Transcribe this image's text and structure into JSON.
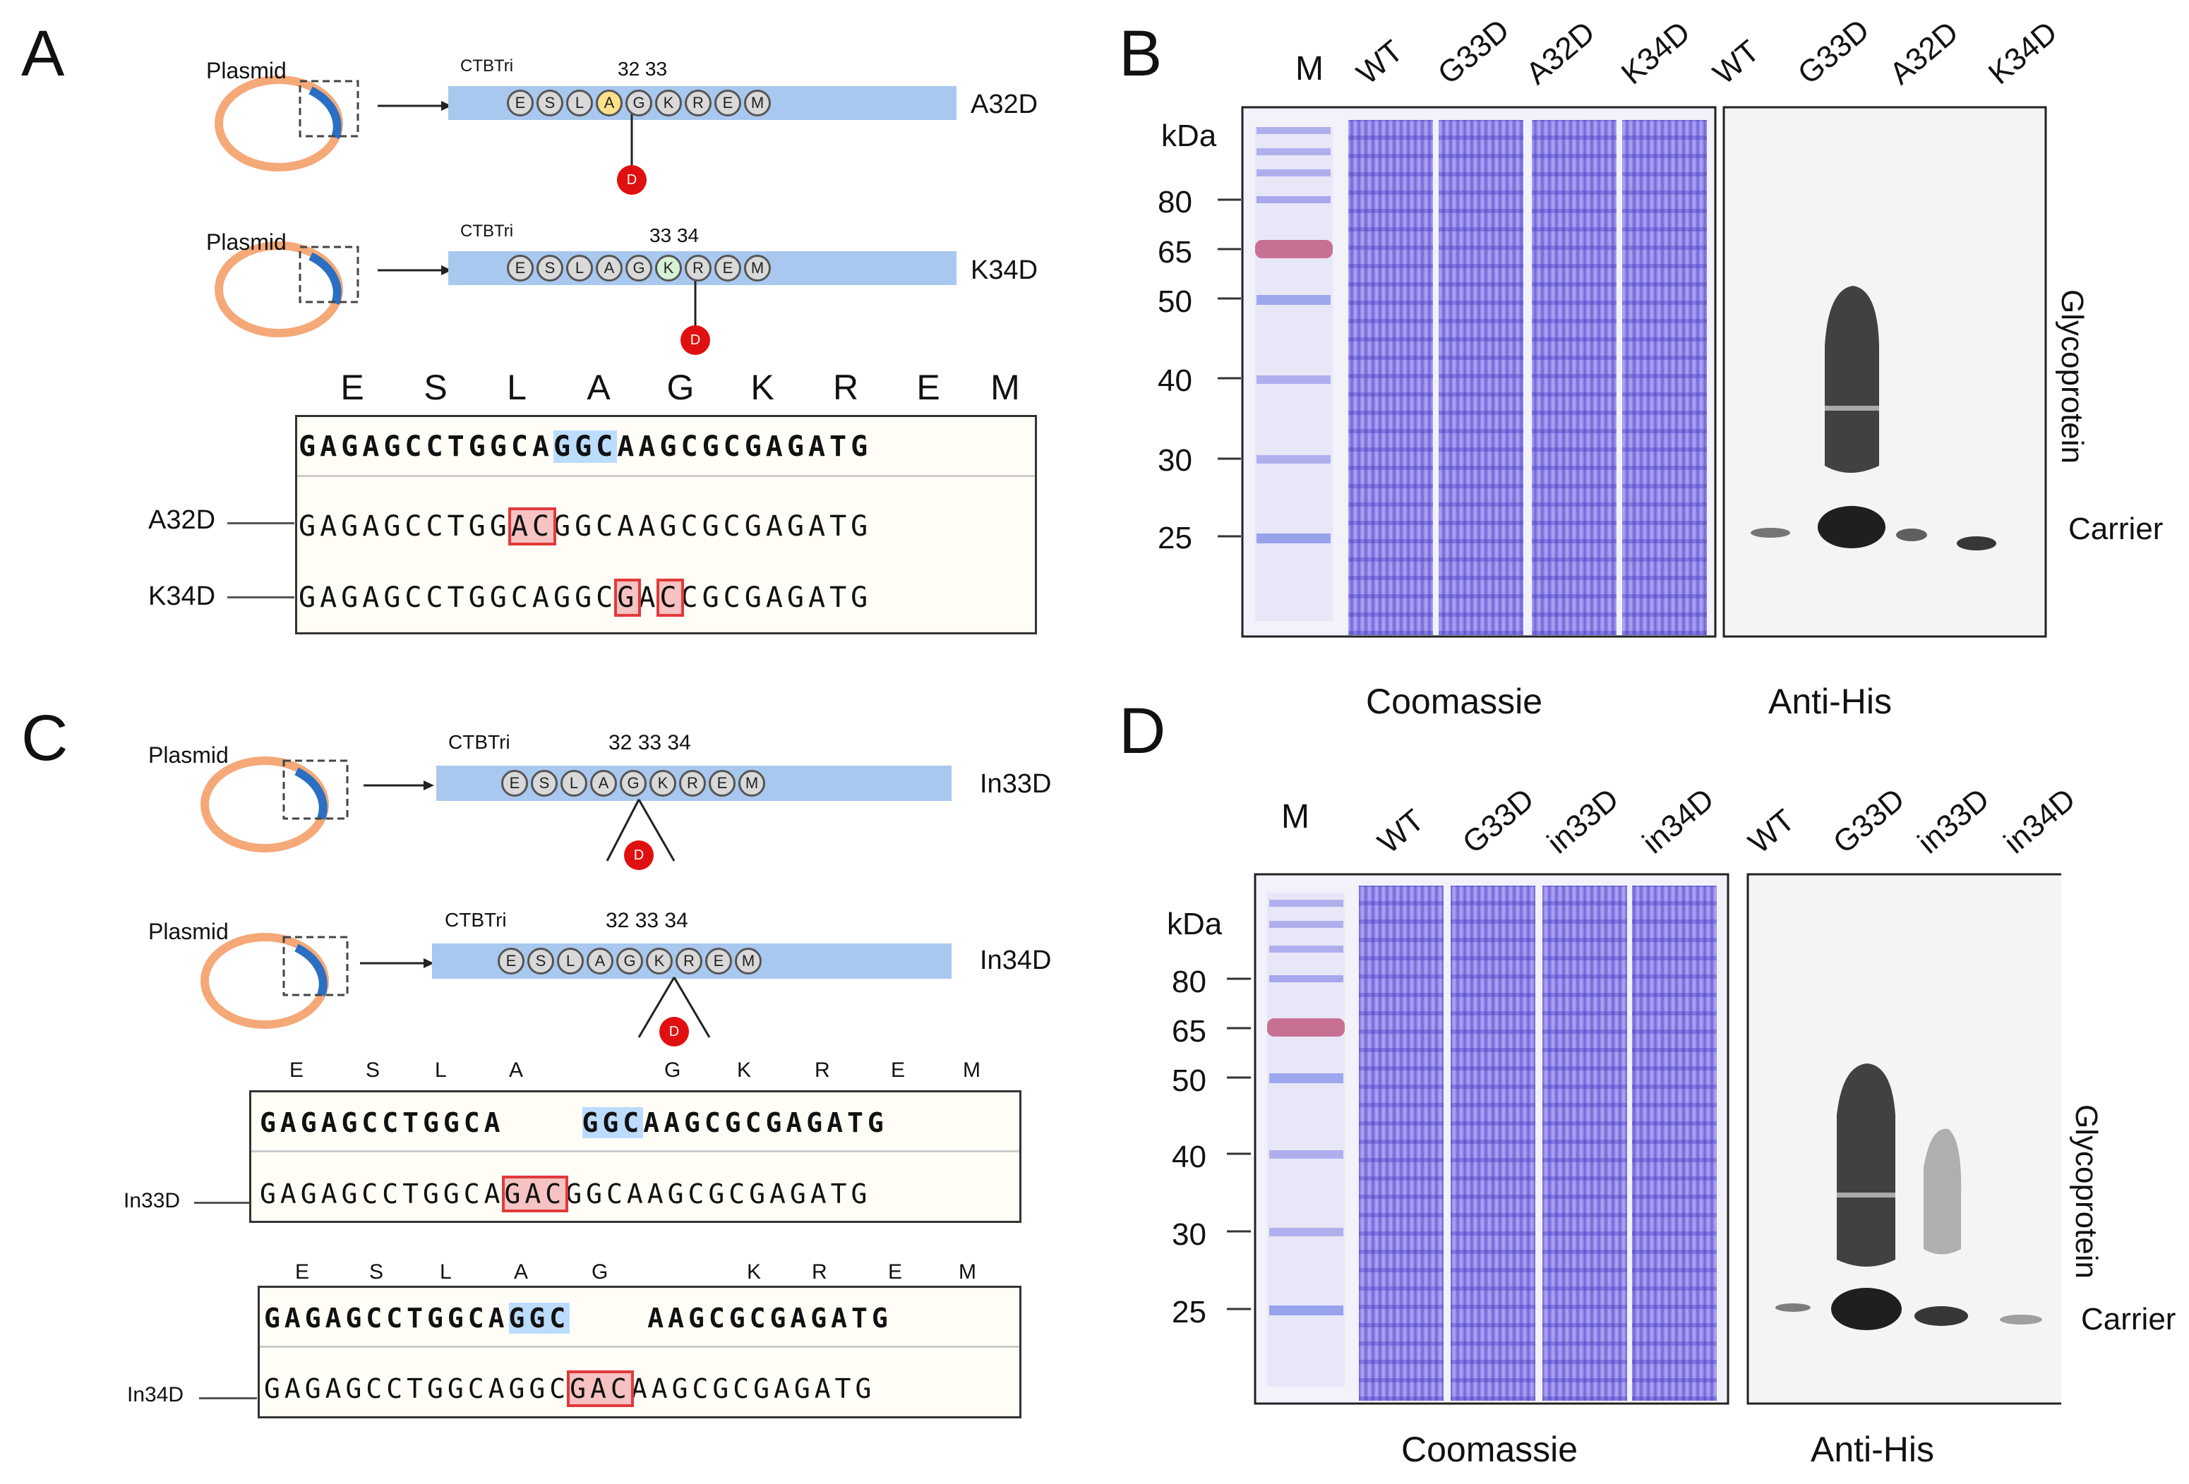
{
  "panels": {
    "A": "A",
    "B": "B",
    "C": "C",
    "D": "D"
  },
  "common": {
    "plasmid": "Plasmid",
    "ctbtri": "CTBTri",
    "residues": [
      "E",
      "S",
      "L",
      "A",
      "G",
      "K",
      "R",
      "E",
      "M"
    ],
    "d_badge": "D"
  },
  "panel_a": {
    "constructs": [
      {
        "name": "A32D",
        "positions": "32 33"
      },
      {
        "name": "K34D",
        "positions": "33 34"
      }
    ],
    "aa_header": [
      "E",
      "S",
      "L",
      "A",
      "G",
      "K",
      "R",
      "E",
      "M"
    ],
    "wt_seq": {
      "pre": "GAGAGCCTGGCA",
      "hl": "GGC",
      "post": "AAGCGCGAGATG"
    },
    "rows": [
      {
        "label": "A32D",
        "pre": "GAGAGCCTGG",
        "hl": "AC",
        "post": "GGCAAGCGCGAGATG"
      },
      {
        "label": "K34D",
        "pre": "GAGAGCCTGGCAGGC",
        "hl1": "G",
        "mid": "A",
        "hl2": "C",
        "post": "CGCGAGATG"
      }
    ]
  },
  "panel_b": {
    "marker": "M",
    "lanes_left": [
      "WT",
      "G33D",
      "A32D",
      "K34D"
    ],
    "lanes_right": [
      "WT",
      "G33D",
      "A32D",
      "K34D"
    ],
    "kda_unit": "kDa",
    "kda_ticks": [
      "80",
      "65",
      "50",
      "40",
      "30",
      "25"
    ],
    "glyco_label": "Glycoprotein",
    "carrier_label": "Carrier",
    "coomassie": "Coomassie",
    "antihis": "Anti-His"
  },
  "panel_c": {
    "constructs": [
      {
        "name": "In33D",
        "positions": "32 33 34"
      },
      {
        "name": "In34D",
        "positions": "32 33 34"
      }
    ],
    "aa_header": [
      "E",
      "S",
      "L",
      "A",
      "G",
      "K",
      "R",
      "E",
      "M"
    ],
    "block1": {
      "wt_pre": "GAGAGCCTGGCA",
      "wt_hl": "GGC",
      "wt_post": "AAGCGCGAGATG",
      "row_label": "In33D",
      "mut_pre": "GAGAGCCTGGCA",
      "mut_hl": "GAC",
      "mut_post": "GGCAAGCGCGAGATG"
    },
    "block2": {
      "wt_pre": "GAGAGCCTGGCA",
      "wt_hl": "GGC",
      "wt_post": "AAGCGCGAGATG",
      "row_label": "In34D",
      "mut_pre": "GAGAGCCTGGCAGGC",
      "mut_hl": "GAC",
      "mut_post": "AAGCGCGAGATG"
    }
  },
  "panel_d": {
    "marker": "M",
    "lanes_left": [
      "WT",
      "G33D",
      "in33D",
      "in34D"
    ],
    "lanes_right": [
      "WT",
      "G33D",
      "in33D",
      "in34D"
    ],
    "kda_unit": "kDa",
    "kda_ticks": [
      "80",
      "65",
      "50",
      "40",
      "30",
      "25"
    ],
    "glyco_label": "Glycoprotein",
    "carrier_label": "Carrier",
    "coomassie": "Coomassie",
    "antihis": "Anti-His"
  },
  "colors": {
    "plasmid": "#f5a878",
    "insert": "#2b6fc2",
    "bar": "#a9c8ef",
    "bead": "#d9d9d9",
    "bead_a": "#ffe08a",
    "bead_k": "#d6f2d6",
    "d_red": "#e01010",
    "coomassie": "#6b5fe0",
    "blot": "#333333"
  }
}
